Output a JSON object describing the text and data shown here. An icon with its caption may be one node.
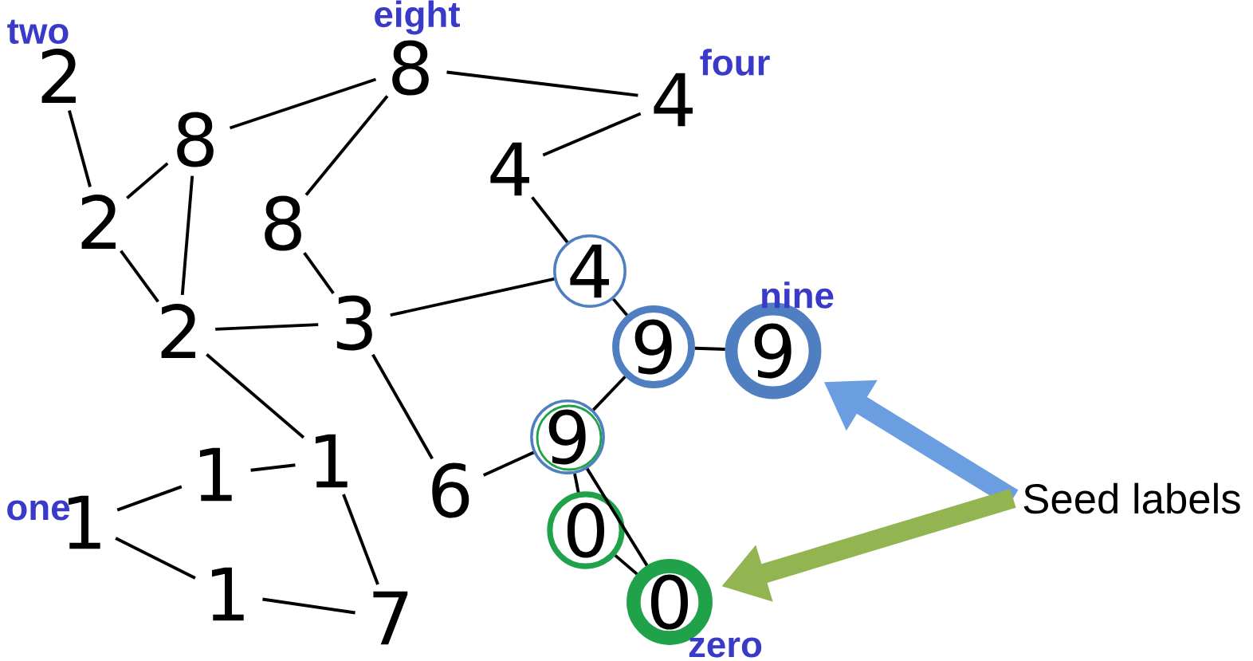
{
  "diagram": {
    "nodes": [
      {
        "text": [
          "2"
        ],
        "beside": [
          "two"
        ]
      },
      {
        "text": [
          "8"
        ],
        "beside": [
          "eight"
        ]
      },
      {
        "text": [
          "4"
        ],
        "beside": [
          "four"
        ]
      },
      {
        "text": [
          "8"
        ]
      },
      {
        "text": [
          "4"
        ]
      },
      {
        "text": [
          "2"
        ]
      },
      {
        "text": [
          "8"
        ]
      },
      {
        "text": [
          "4"
        ]
      },
      {
        "text": [
          "2"
        ]
      },
      {
        "text": [
          "3"
        ]
      },
      {
        "text": [
          "9"
        ]
      },
      {
        "text": [
          "9"
        ],
        "beside": [
          "nine"
        ]
      },
      {
        "text": [
          "9"
        ]
      },
      {
        "text": [
          "1"
        ]
      },
      {
        "text": [
          "1"
        ]
      },
      {
        "text": [
          "6"
        ]
      },
      {
        "text": [
          "1"
        ],
        "beside": [
          "one"
        ]
      },
      {
        "text": [
          "0"
        ]
      },
      {
        "text": [
          "1"
        ]
      },
      {
        "text": [
          "7"
        ]
      },
      {
        "text": [
          "0"
        ],
        "beside": [
          "zero"
        ]
      },
      {
        "text": [
          "Seed labels"
        ]
      }
    ],
    "edges": [
      {
        "from": 0,
        "to": 5,
        "arrow": "none"
      },
      {
        "from": 5,
        "to": 3,
        "arrow": "none"
      },
      {
        "from": 3,
        "to": 1,
        "arrow": "none"
      },
      {
        "from": 1,
        "to": 2,
        "arrow": "none"
      },
      {
        "from": 1,
        "to": 6,
        "arrow": "none"
      },
      {
        "from": 2,
        "to": 4,
        "arrow": "none"
      },
      {
        "from": 3,
        "to": 8,
        "arrow": "none"
      },
      {
        "from": 5,
        "to": 8,
        "arrow": "none"
      },
      {
        "from": 8,
        "to": 9,
        "arrow": "none"
      },
      {
        "from": 6,
        "to": 9,
        "arrow": "none"
      },
      {
        "from": 9,
        "to": 7,
        "arrow": "none"
      },
      {
        "from": 4,
        "to": 7,
        "arrow": "none"
      },
      {
        "from": 7,
        "to": 10,
        "arrow": "none"
      },
      {
        "from": 10,
        "to": 11,
        "arrow": "none"
      },
      {
        "from": 10,
        "to": 12,
        "arrow": "none"
      },
      {
        "from": 9,
        "to": 15,
        "arrow": "none"
      },
      {
        "from": 15,
        "to": 12,
        "arrow": "none"
      },
      {
        "from": 12,
        "to": 17,
        "arrow": "none"
      },
      {
        "from": 12,
        "to": 20,
        "arrow": "none"
      },
      {
        "from": 17,
        "to": 20,
        "arrow": "none"
      },
      {
        "from": 8,
        "to": 13,
        "arrow": "none"
      },
      {
        "from": 13,
        "to": 14,
        "arrow": "none"
      },
      {
        "from": 14,
        "to": 16,
        "arrow": "none"
      },
      {
        "from": 16,
        "to": 18,
        "arrow": "none"
      },
      {
        "from": 18,
        "to": 19,
        "arrow": "none"
      },
      {
        "from": 13,
        "to": 19,
        "arrow": "none"
      },
      {
        "from": 21,
        "to": 11,
        "arrow": "to",
        "style": "thick",
        "color": "#6a9ee0"
      },
      {
        "from": 21,
        "to": 20,
        "arrow": "to",
        "style": "thick",
        "color": "#92b552"
      }
    ]
  }
}
